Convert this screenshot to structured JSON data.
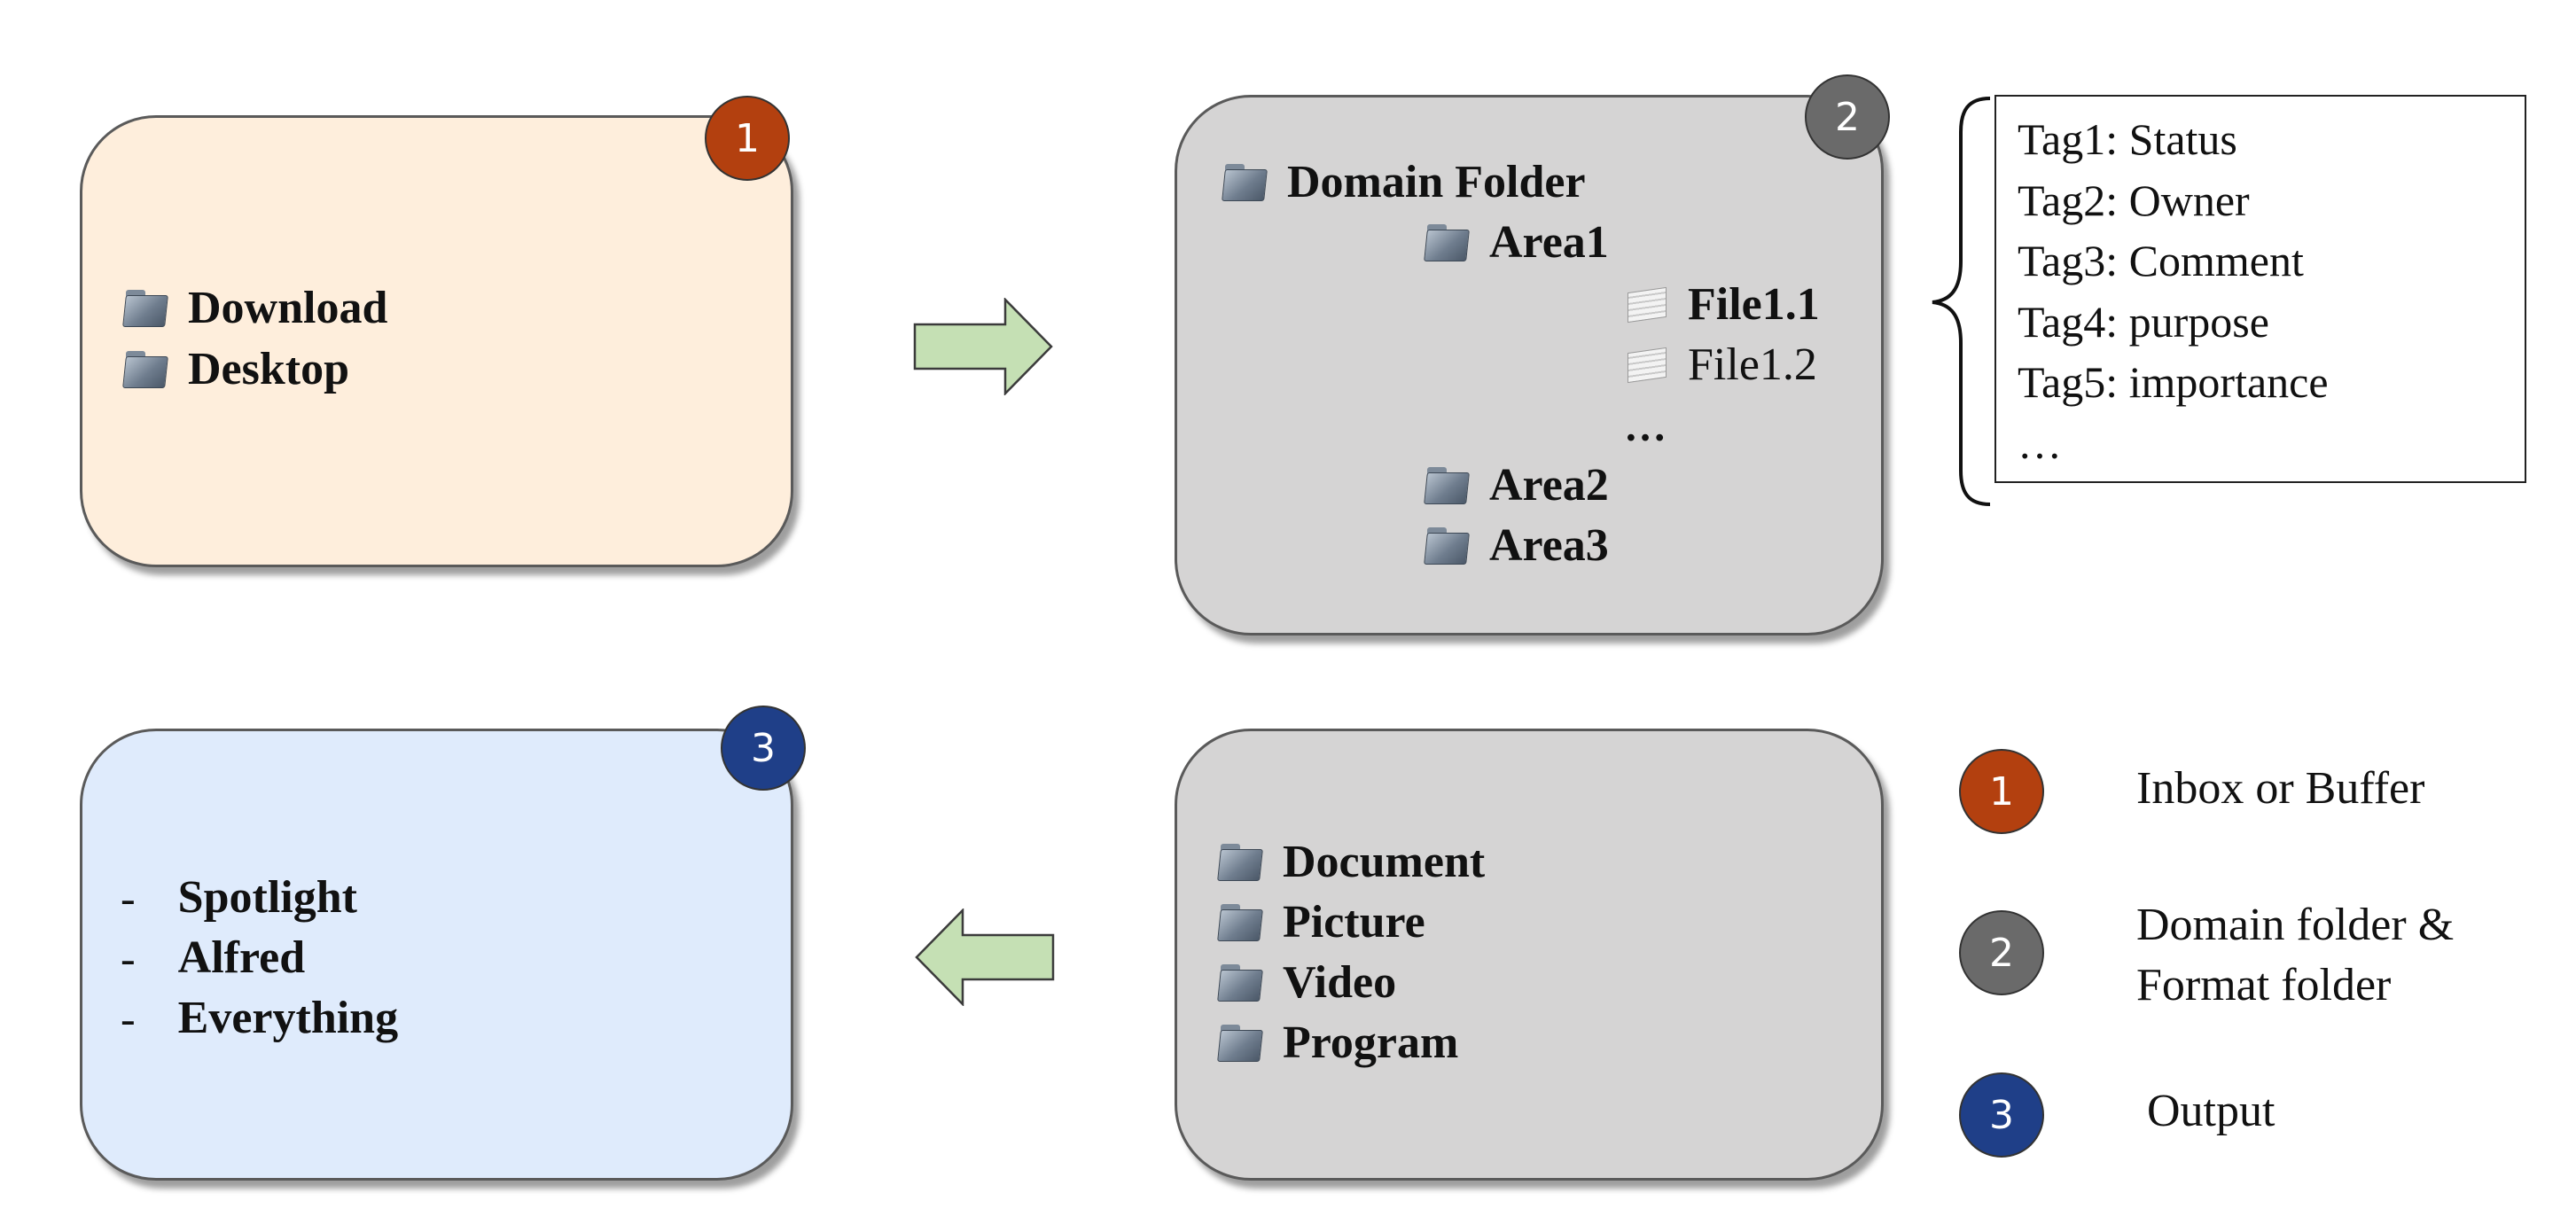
{
  "panel1": {
    "badge": "1",
    "items": [
      "Download",
      "Desktop"
    ]
  },
  "panel2": {
    "badge": "2",
    "root": "Domain Folder",
    "area1": "Area1",
    "file1": "File1.1",
    "file2": "File1.2",
    "ellipsis": "…",
    "area2": "Area2",
    "area3": "Area3"
  },
  "tags": [
    "Tag1: Status",
    "Tag2: Owner",
    "Tag3: Comment",
    "Tag4: purpose",
    "Tag5: importance",
    "…"
  ],
  "panel3": {
    "badge": "3",
    "bullet": "-",
    "items": [
      "Spotlight",
      "Alfred",
      "Everything"
    ]
  },
  "panel4": {
    "items": [
      "Document",
      "Picture",
      "Video",
      "Program"
    ]
  },
  "legend": [
    {
      "badge": "1",
      "label": "Inbox or Buffer"
    },
    {
      "badge": "2",
      "label_line1": "Domain folder &",
      "label_line2": "Format folder"
    },
    {
      "badge": "3",
      "label": "Output"
    }
  ],
  "colors": {
    "badge1": "#b3400f",
    "badge2": "#6a6a6a",
    "badge3": "#1f3f88",
    "panel1_fill": "#feeedc",
    "panel2_fill": "#d5d4d4",
    "panel3_fill": "#dfebfc",
    "arrow_fill": "#c5e0b4"
  },
  "icons": {
    "folder": "folder-icon",
    "file": "file-icon",
    "arrow_right": "arrow-right-icon",
    "arrow_left": "arrow-left-icon",
    "brace": "brace-icon"
  }
}
